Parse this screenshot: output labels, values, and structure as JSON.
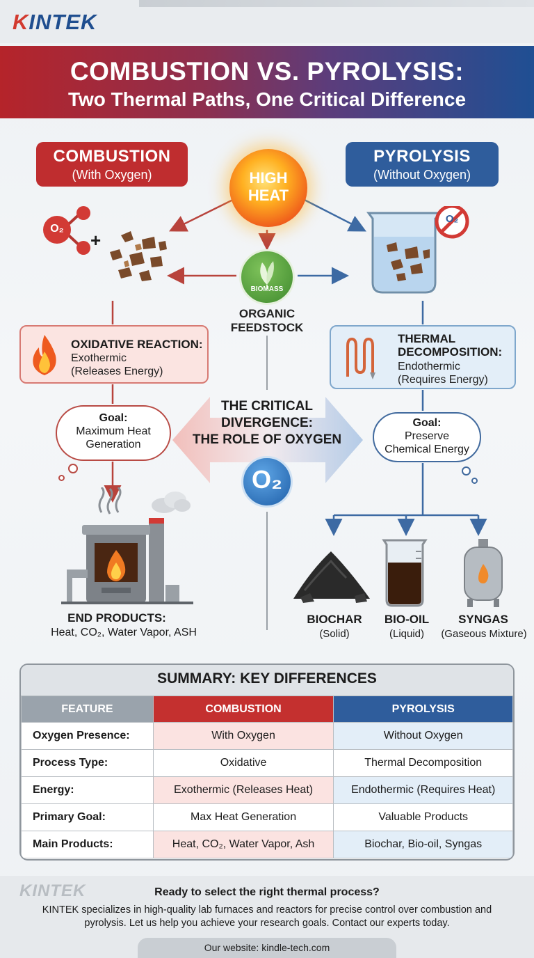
{
  "brand": "KINTEK",
  "header": {
    "title": "COMBUSTION VS. PYROLYSIS:",
    "subtitle": "Two Thermal Paths, One Critical Difference"
  },
  "combustion": {
    "label": "COMBUSTION",
    "sublabel": "(With Oxygen)",
    "o2_label": "O₂",
    "plus": "+",
    "reaction_title": "OXIDATIVE REACTION:",
    "reaction_lines": [
      "Exothermic",
      "(Releases Energy)"
    ],
    "goal_title": "Goal:",
    "goal_lines": [
      "Maximum Heat",
      "Generation"
    ],
    "end_title": "END PRODUCTS:",
    "end_text": "Heat, CO₂, Water Vapor, ASH"
  },
  "center": {
    "heat_lines": [
      "HIGH",
      "HEAT"
    ],
    "biomass": "BIOMASS",
    "feedstock_lines": [
      "ORGANIC",
      "FEEDSTOCK"
    ],
    "divergence_lines": [
      "THE CRITICAL",
      "DIVERGENCE:",
      "THE ROLE OF OXYGEN"
    ],
    "o2": "O₂"
  },
  "pyrolysis": {
    "label": "PYROLYSIS",
    "sublabel": "(Without Oxygen)",
    "no_o2": "O₂",
    "reaction_title_lines": [
      "THERMAL",
      "DECOMPOSITION:"
    ],
    "reaction_lines": [
      "Endothermic",
      "(Requires Energy)"
    ],
    "goal_title": "Goal:",
    "goal_lines": [
      "Preserve",
      "Chemical Energy"
    ],
    "products": [
      {
        "name": "BIOCHAR",
        "state": "(Solid)"
      },
      {
        "name": "BIO-OIL",
        "state": "(Liquid)"
      },
      {
        "name": "SYNGAS",
        "state": "(Gaseous Mixture)"
      }
    ]
  },
  "summary": {
    "title": "SUMMARY: KEY DIFFERENCES",
    "columns": [
      "FEATURE",
      "COMBUSTION",
      "PYROLYSIS"
    ],
    "rows": [
      [
        "Oxygen Presence:",
        "With Oxygen",
        "Without Oxygen"
      ],
      [
        "Process Type:",
        "Oxidative",
        "Thermal Decomposition"
      ],
      [
        "Energy:",
        "Exothermic (Releases Heat)",
        "Endothermic (Requires Heat)"
      ],
      [
        "Primary Goal:",
        "Max Heat Generation",
        "Valuable Products"
      ],
      [
        "Main Products:",
        "Heat, CO₂, Water Vapor, Ash",
        "Biochar, Bio-oil, Syngas"
      ]
    ]
  },
  "footer": {
    "logo": "KINTEK",
    "cta_title": "Ready to select the right thermal process?",
    "cta_text": "KINTEK specializes in high-quality lab furnaces and reactors for precise control over combustion and pyrolysis. Let us help you achieve your research goals. Contact our experts today.",
    "website": "Our website: kindle-tech.com"
  },
  "colors": {
    "combustion": "#c4302f",
    "pyrolysis": "#2f5d9c",
    "biomass": "#3f8a2e"
  }
}
